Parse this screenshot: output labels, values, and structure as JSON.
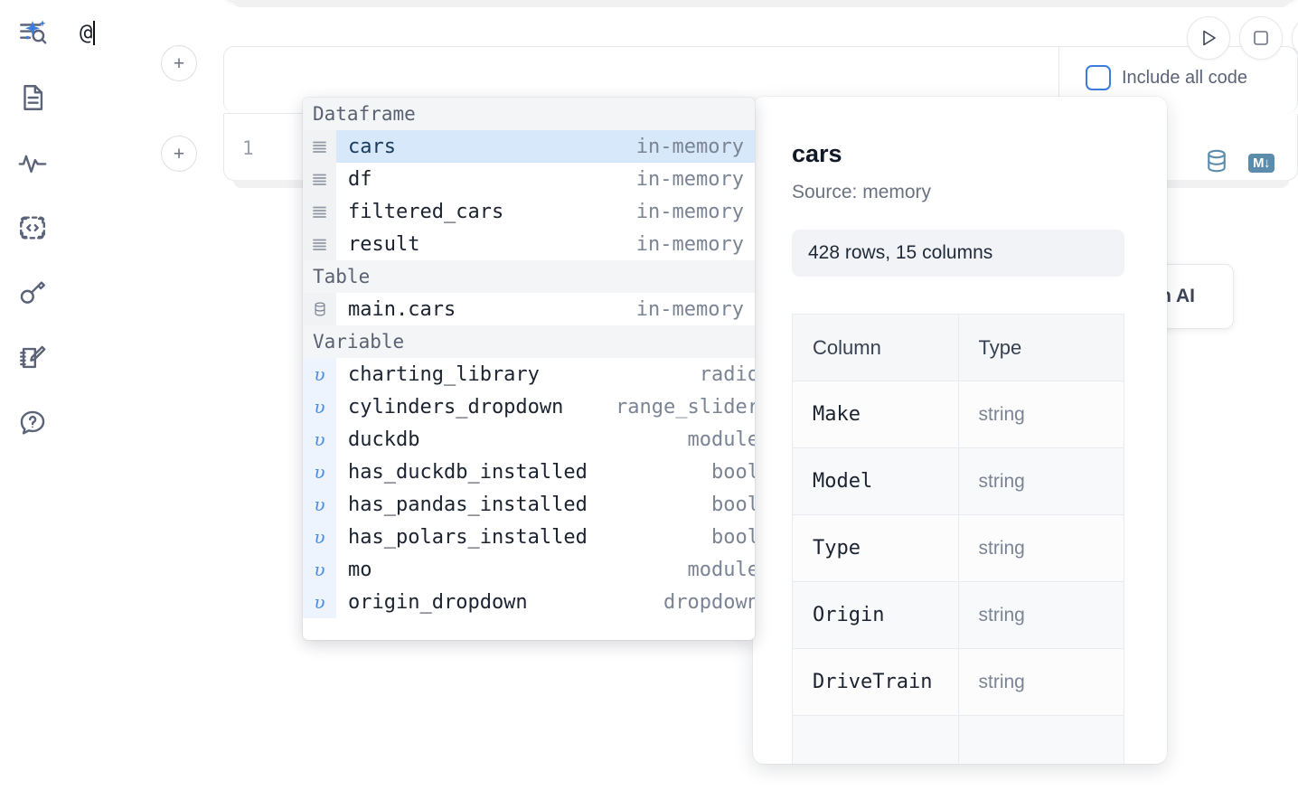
{
  "sidebar": {
    "items": [
      {
        "name": "outline-search-icon",
        "label": "Outline / Search"
      },
      {
        "name": "document-icon",
        "label": "Notebook file"
      },
      {
        "name": "activity-icon",
        "label": "Activity / Runtime"
      },
      {
        "name": "code-snippet-icon",
        "label": "Snippets"
      },
      {
        "name": "key-icon",
        "label": "Secrets"
      },
      {
        "name": "scratchpad-icon",
        "label": "Scratchpad"
      },
      {
        "name": "help-chat-icon",
        "label": "Help"
      }
    ]
  },
  "cells": {
    "add_button_label": "+",
    "ai_prompt": {
      "value": "@",
      "sparkle_icon": "ai-sparkle-icon"
    },
    "include_all_code": {
      "label": "Include all code",
      "checked": false,
      "accent": "#3b7ddd"
    },
    "toolbar": {
      "run_label": "Run",
      "stop_label": "Stop"
    },
    "code": {
      "line_number": "1",
      "database_icon": "database-icon",
      "markdown_badge": "M↓"
    }
  },
  "ai_card": {
    "label": "h AI"
  },
  "autocomplete": {
    "groups": [
      {
        "label": "Dataframe",
        "kind": "dataframe",
        "items": [
          {
            "name": "cars",
            "type": "in-memory",
            "selected": true
          },
          {
            "name": "df",
            "type": "in-memory",
            "selected": false
          },
          {
            "name": "filtered_cars",
            "type": "in-memory",
            "selected": false
          },
          {
            "name": "result",
            "type": "in-memory",
            "selected": false
          }
        ]
      },
      {
        "label": "Table",
        "kind": "table",
        "items": [
          {
            "name": "main.cars",
            "type": "in-memory",
            "selected": false
          }
        ]
      },
      {
        "label": "Variable",
        "kind": "variable",
        "items": [
          {
            "name": "charting_library",
            "type": "radio",
            "selected": false
          },
          {
            "name": "cylinders_dropdown",
            "type": "range_slider",
            "selected": false
          },
          {
            "name": "duckdb",
            "type": "module",
            "selected": false
          },
          {
            "name": "has_duckdb_installed",
            "type": "bool",
            "selected": false
          },
          {
            "name": "has_pandas_installed",
            "type": "bool",
            "selected": false
          },
          {
            "name": "has_polars_installed",
            "type": "bool",
            "selected": false
          },
          {
            "name": "mo",
            "type": "module",
            "selected": false
          },
          {
            "name": "origin_dropdown",
            "type": "dropdown",
            "selected": false
          }
        ]
      }
    ]
  },
  "preview_panel": {
    "title": "cars",
    "source": "Source: memory",
    "shape": "428 rows, 15 columns",
    "table": {
      "headers": [
        "Column",
        "Type"
      ],
      "rows": [
        [
          "Make",
          "string"
        ],
        [
          "Model",
          "string"
        ],
        [
          "Type",
          "string"
        ],
        [
          "Origin",
          "string"
        ],
        [
          "DriveTrain",
          "string"
        ]
      ]
    }
  }
}
